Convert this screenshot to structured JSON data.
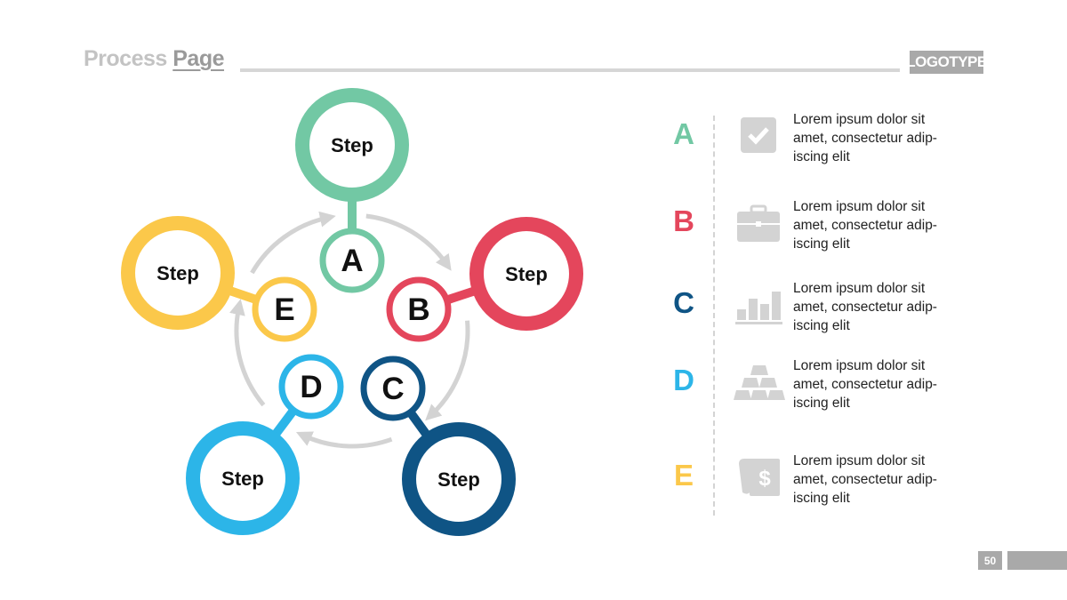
{
  "header": {
    "title_part1": "Process ",
    "title_part2": "Page",
    "logo": "LOGOTYPE"
  },
  "diagram": {
    "steps": [
      {
        "letter": "A",
        "label": "Step",
        "color": "#72c8a4"
      },
      {
        "letter": "B",
        "label": "Step",
        "color": "#e4465c"
      },
      {
        "letter": "C",
        "label": "Step",
        "color": "#0f5485"
      },
      {
        "letter": "D",
        "label": "Step",
        "color": "#2cb5e8"
      },
      {
        "letter": "E",
        "label": "Step",
        "color": "#fbc84a"
      }
    ],
    "arrow_color": "#d3d3d3"
  },
  "legend": [
    {
      "letter": "A",
      "icon": "checkbox-icon",
      "text": [
        "Lorem ipsum dolor sit",
        "amet, consectetur adip-",
        "iscing elit"
      ]
    },
    {
      "letter": "B",
      "icon": "briefcase-icon",
      "text": [
        "Lorem ipsum dolor sit",
        "amet, consectetur adip-",
        "iscing elit"
      ]
    },
    {
      "letter": "C",
      "icon": "bar-chart-icon",
      "text": [
        "Lorem ipsum dolor sit",
        "amet, consectetur adip-",
        "iscing elit"
      ]
    },
    {
      "letter": "D",
      "icon": "gold-bars-icon",
      "text": [
        "Lorem ipsum dolor sit",
        "amet, consectetur adip-",
        "iscing elit"
      ]
    },
    {
      "letter": "E",
      "icon": "dollar-document-icon",
      "text": [
        "Lorem ipsum dolor sit",
        "amet, consectetur adip-",
        "iscing elit"
      ]
    }
  ],
  "footer": {
    "page_number": "50"
  }
}
